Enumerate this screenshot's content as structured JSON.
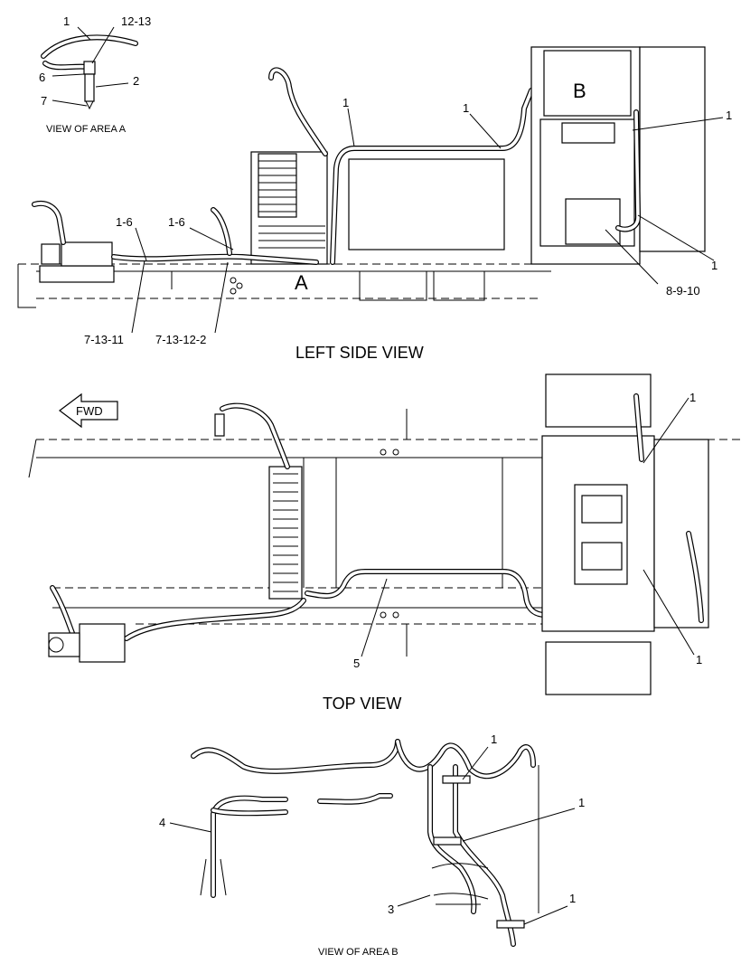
{
  "views": {
    "area_a": {
      "title": "VIEW OF AREA A",
      "callouts": {
        "c1": "1",
        "c2": "12-13",
        "c3": "6",
        "c4": "2",
        "c5": "7"
      }
    },
    "left_side": {
      "title": "LEFT SIDE VIEW",
      "area_a_letter": "A",
      "area_b_letter": "B",
      "callouts": {
        "c1": "1",
        "c2": "1",
        "c3": "1",
        "c4": "1",
        "c5": "1-6",
        "c6": "1-6",
        "c7": "7-13-11",
        "c8": "7-13-12-2",
        "c9": "8-9-10"
      }
    },
    "top": {
      "title": "TOP VIEW",
      "fwd_label": "FWD",
      "callouts": {
        "c1": "1",
        "c2": "1",
        "c3": "5"
      }
    },
    "area_b": {
      "title": "VIEW OF AREA B",
      "callouts": {
        "c1": "1",
        "c2": "1",
        "c3": "1",
        "c4": "4",
        "c5": "3"
      }
    }
  }
}
